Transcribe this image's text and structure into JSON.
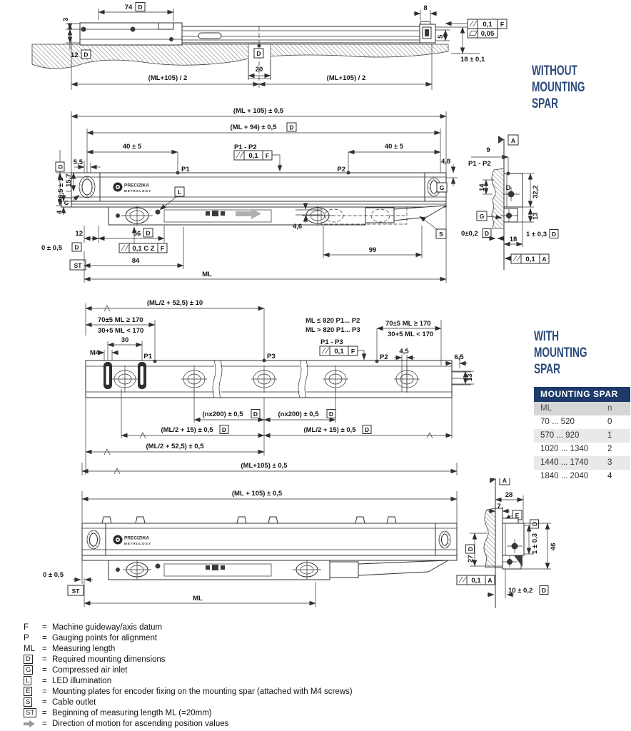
{
  "sym": {
    "D": "D",
    "G": "G",
    "L": "L",
    "E": "E",
    "S": "S",
    "ST": "ST",
    "A": "A",
    "F": "F"
  },
  "logo": {
    "name": "PRECIZIKA",
    "sub": "METROLOGY"
  },
  "headings": {
    "without": {
      "l1": "WITHOUT",
      "l2": "MOUNTING",
      "l3": "SPAR"
    },
    "with": {
      "l1": "WITH",
      "l2": "MOUNTING",
      "l3": "SPAR"
    }
  },
  "table": {
    "title": "MOUNTING SPAR",
    "col_ml": "ML",
    "col_n": "n",
    "rows": [
      {
        "ml": "70 ... 520",
        "n": "0"
      },
      {
        "ml": "570 ... 920",
        "n": "1"
      },
      {
        "ml": "1020 ... 1340",
        "n": "2"
      },
      {
        "ml": "1440 ... 1740",
        "n": "3"
      },
      {
        "ml": "1840 ... 2040",
        "n": "4"
      }
    ]
  },
  "d1": {
    "dim74": "74",
    "dim3": "3",
    "dim12": "12",
    "half_left": "(ML+105) / 2",
    "half_right": "(ML+105) / 2",
    "dim20": "20",
    "dim8": "8",
    "dim5": "5",
    "dim18": "18 ± 0,1",
    "fcf_par": "0,1",
    "fcf_flat": "0,05"
  },
  "d2": {
    "total": "(ML + 105) ± 0,5",
    "mount": "(ML + 94) ± 0,5",
    "left40": "40 ± 5",
    "right40": "40 ± 5",
    "p1p2": "P1 - P2",
    "fcf_val": "0,1",
    "p1": "P1",
    "p2": "P2",
    "d55": "5,5",
    "d48": "4,8",
    "d265": "26,5 ± 1",
    "d157": "15,7",
    "d4": "4",
    "d12": "12",
    "d56": "56",
    "zero": "0 ± 0,5",
    "fcf2_val": "0,1 C Z",
    "d84": "84",
    "ml": "ML",
    "d46": "4,6",
    "d99": "99"
  },
  "d2x": {
    "d9": "9",
    "p1p2": "P1 - P2",
    "d14": "14",
    "d322": "32,2",
    "d13": "13",
    "zero02": "0±0,2",
    "one03": "1 ± 0,3",
    "d18": "18",
    "fcf_val": "0,1"
  },
  "d3": {
    "top": "(ML/2 + 52,5) ± 10",
    "cond_ge": "70±5 ML ≥ 170",
    "cond_lt": "30+5 ML < 170",
    "d30": "30",
    "m4": "M4",
    "p1": "P1",
    "p2": "P2",
    "p3": "P3",
    "note1": "ML ≤ 820 P1... P2",
    "note2": "ML > 820 P1... P3",
    "p1p3": "P1 - P3",
    "fcf_val": "0,1",
    "d45": "4,5",
    "d65": "6,5",
    "d13": "13",
    "nx": "(nx200) ± 0,5",
    "half15": "(ML/2 + 15) ± 0,5",
    "half525": "(ML/2 + 52,5) ± 0,5",
    "total": "(ML+105) ± 0,5"
  },
  "d4": {
    "total": "(ML + 105) ± 0,5",
    "zero": "0 ± 0,5",
    "ml": "ML"
  },
  "d4x": {
    "d28": "28",
    "d7": "7",
    "d27": "27",
    "one03": "1 ± 0,3",
    "d46": "46",
    "fcf_val": "0,1",
    "d10": "10 ± 0,2"
  },
  "legend": {
    "eq": "=",
    "items": [
      {
        "sym": "F",
        "boxed": false,
        "text": "Machine guideway/axis datum"
      },
      {
        "sym": "P",
        "boxed": false,
        "text": "Gauging points for alignment"
      },
      {
        "sym": "ML",
        "boxed": false,
        "text": "Measuring length"
      },
      {
        "sym": "D",
        "boxed": true,
        "text": "Required mounting dimensions"
      },
      {
        "sym": "G",
        "boxed": true,
        "text": "Compressed air inlet"
      },
      {
        "sym": "L",
        "boxed": true,
        "text": "LED illumination"
      },
      {
        "sym": "E",
        "boxed": true,
        "text": "Mounting plates for encoder fixing on the mounting spar (attached with M4 screws)"
      },
      {
        "sym": "S",
        "boxed": true,
        "text": "Cable outlet"
      },
      {
        "sym": "ST",
        "boxed": true,
        "text": "Beginning of measuring length ML (=20mm)"
      },
      {
        "sym": "arrow",
        "boxed": false,
        "text": "Direction of motion for ascending position values"
      }
    ]
  },
  "colors": {
    "navy": "#2c4a7c",
    "table_header": "#1e3a6b",
    "line": "#2e2e2e",
    "gray_arrow": "#b0b0b0"
  }
}
